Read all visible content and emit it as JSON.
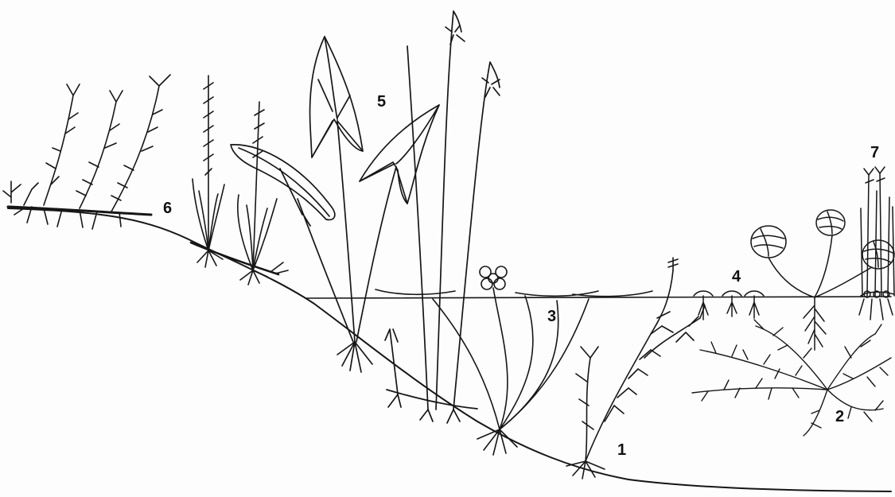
{
  "labels": {
    "zone1": "1",
    "zone2": "2",
    "zone3": "3",
    "zone4": "4",
    "zone5": "5",
    "zone6": "6",
    "zone7": "7"
  },
  "colors": {
    "ink": "#161616",
    "paper": "#fdfdfd"
  }
}
